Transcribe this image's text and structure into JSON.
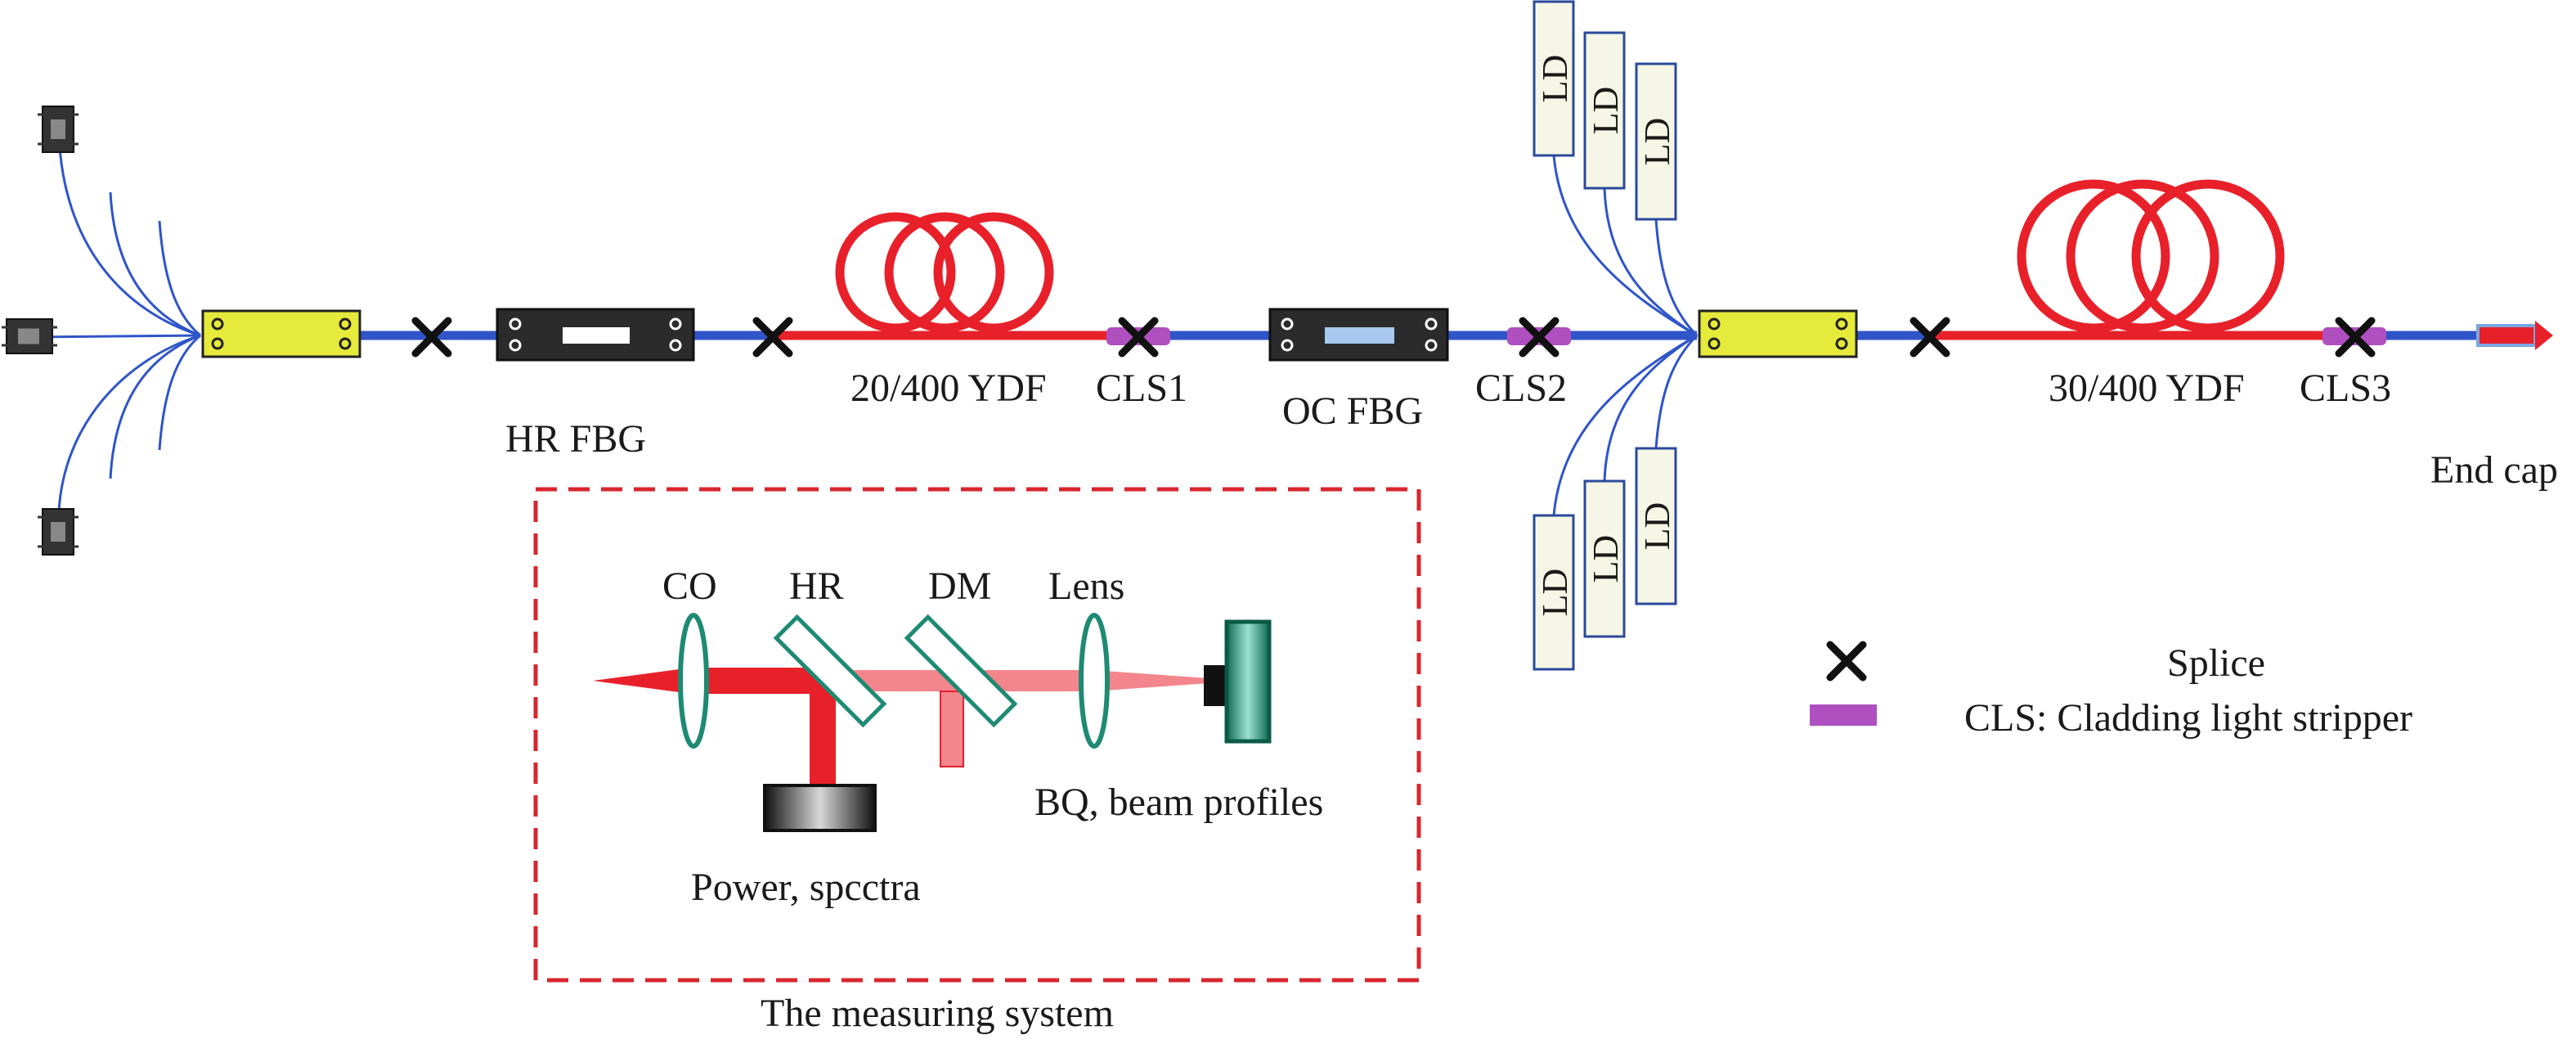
{
  "labels": {
    "hr_fbg": "HR FBG",
    "ydf1": "20/400 YDF",
    "cls1": "CLS1",
    "oc_fbg": "OC FBG",
    "cls2": "CLS2",
    "ydf2": "30/400 YDF",
    "cls3": "CLS3",
    "end_cap": "End cap",
    "ld": "LD"
  },
  "measuring": {
    "title": "The measuring system",
    "co": "CO",
    "hr": "HR",
    "dm": "DM",
    "lens": "Lens",
    "power": "Power, spcctra",
    "bq": "BQ, beam profiles"
  },
  "legend": {
    "splice": "Splice",
    "cls": "CLS: Cladding light stripper"
  },
  "colors": {
    "fiber_passive": "#2f55c8",
    "fiber_active": "#e8202a",
    "cls": "#b04fc0",
    "combiner": "#e6ea3a",
    "fbg_body": "#2b2b2b",
    "ld_box": "#f6f6e6",
    "ld_border": "#2a4a9a",
    "dashed_box": "#d8262e",
    "optic": "#1e8a72"
  }
}
